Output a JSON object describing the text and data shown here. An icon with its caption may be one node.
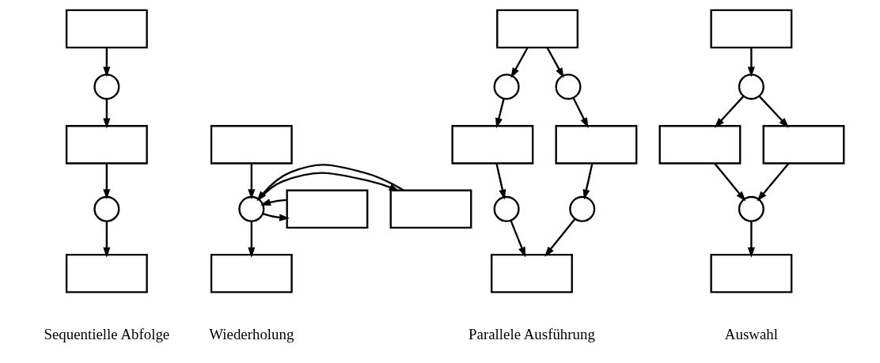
{
  "diagram": {
    "nodes": [
      {
        "text": [],
        "shape": "box"
      },
      {
        "text": [],
        "shape": "circle"
      },
      {
        "text": [],
        "shape": "box"
      },
      {
        "text": [],
        "shape": "circle"
      },
      {
        "text": [],
        "shape": "box"
      },
      {
        "text": [],
        "shape": "box"
      },
      {
        "text": [],
        "shape": "box"
      },
      {
        "text": [],
        "shape": "circle"
      },
      {
        "text": [],
        "shape": "box"
      },
      {
        "text": [],
        "shape": "box"
      },
      {
        "text": [],
        "shape": "box"
      },
      {
        "text": [],
        "shape": "circle"
      },
      {
        "text": [],
        "shape": "circle"
      },
      {
        "text": [],
        "shape": "box"
      },
      {
        "text": [],
        "shape": "box"
      },
      {
        "text": [],
        "shape": "circle"
      },
      {
        "text": [],
        "shape": "circle"
      },
      {
        "text": [],
        "shape": "box"
      },
      {
        "text": [],
        "shape": "box"
      },
      {
        "text": [],
        "shape": "circle"
      },
      {
        "text": [],
        "shape": "box"
      },
      {
        "text": [],
        "shape": "box"
      },
      {
        "text": [],
        "shape": "circle"
      },
      {
        "text": [],
        "shape": "box"
      }
    ],
    "edges": [
      {
        "from": 0,
        "to": 1,
        "arrow": "to"
      },
      {
        "from": 1,
        "to": 2,
        "arrow": "to"
      },
      {
        "from": 2,
        "to": 3,
        "arrow": "to"
      },
      {
        "from": 3,
        "to": 4,
        "arrow": "to"
      },
      {
        "from": 5,
        "to": 7,
        "arrow": "to"
      },
      {
        "from": 7,
        "to": 6,
        "arrow": "to"
      },
      {
        "from": 6,
        "to": 7,
        "arrow": "to"
      },
      {
        "from": 7,
        "to": 8,
        "arrow": "to"
      },
      {
        "from": 8,
        "to": 7,
        "arrow": "to"
      },
      {
        "from": 7,
        "to": 9,
        "arrow": "to"
      },
      {
        "from": 10,
        "to": 11,
        "arrow": "to"
      },
      {
        "from": 10,
        "to": 12,
        "arrow": "to"
      },
      {
        "from": 11,
        "to": 13,
        "arrow": "to"
      },
      {
        "from": 12,
        "to": 14,
        "arrow": "to"
      },
      {
        "from": 13,
        "to": 15,
        "arrow": "to"
      },
      {
        "from": 14,
        "to": 16,
        "arrow": "to"
      },
      {
        "from": 15,
        "to": 17,
        "arrow": "to"
      },
      {
        "from": 16,
        "to": 17,
        "arrow": "to"
      },
      {
        "from": 18,
        "to": 19,
        "arrow": "to"
      },
      {
        "from": 19,
        "to": 20,
        "arrow": "to"
      },
      {
        "from": 19,
        "to": 21,
        "arrow": "to"
      },
      {
        "from": 20,
        "to": 22,
        "arrow": "to"
      },
      {
        "from": 21,
        "to": 22,
        "arrow": "to"
      },
      {
        "from": 22,
        "to": 23,
        "arrow": "to"
      }
    ],
    "labels": [
      "Sequentielle Abfolge",
      "Wiederholung",
      "Parallele Ausführung",
      "Auswahl"
    ]
  }
}
